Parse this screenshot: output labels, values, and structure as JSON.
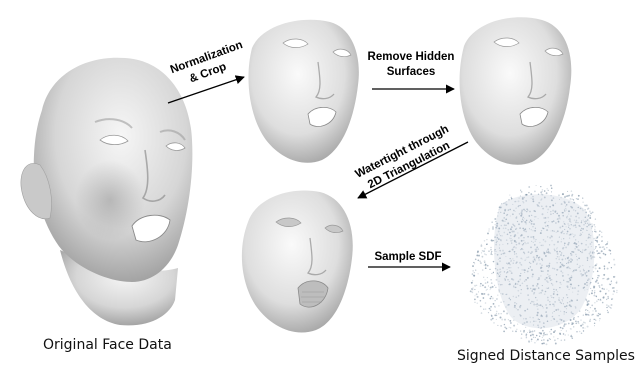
{
  "captions": {
    "original": "Original Face Data",
    "signed": "Signed Distance Samples"
  },
  "steps": {
    "normalization_line1": "Normalization",
    "normalization_line2": "& Crop",
    "remove_line1": "Remove Hidden",
    "remove_line2": "Surfaces",
    "watertight_line1": "Watertight through",
    "watertight_line2": "2D Triangulation",
    "sample": "Sample SDF"
  },
  "colors": {
    "mesh_light": "#f2f2f2",
    "mesh_mid": "#cfcfcf",
    "mesh_dark": "#8e8e8e",
    "arrow": "#000000",
    "points": "#7f93a6"
  }
}
